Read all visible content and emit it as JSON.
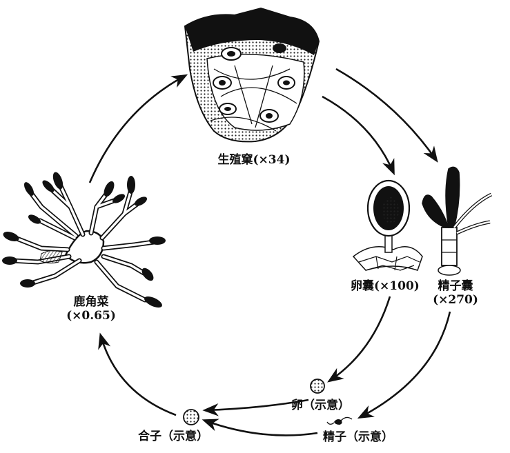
{
  "labels": {
    "receptacle": "生殖窠(×34)",
    "oogonium": "卵囊(×100)",
    "antheridium_line1": "精子囊",
    "antheridium_line2": "(×270)",
    "plant_line1": "鹿角菜",
    "plant_line2": "(×0.65)",
    "egg": "卵（示意）",
    "sperm": "精子（示意）",
    "zygote": "合子（示意）"
  },
  "colors": {
    "ink": "#111111",
    "background": "#ffffff"
  }
}
